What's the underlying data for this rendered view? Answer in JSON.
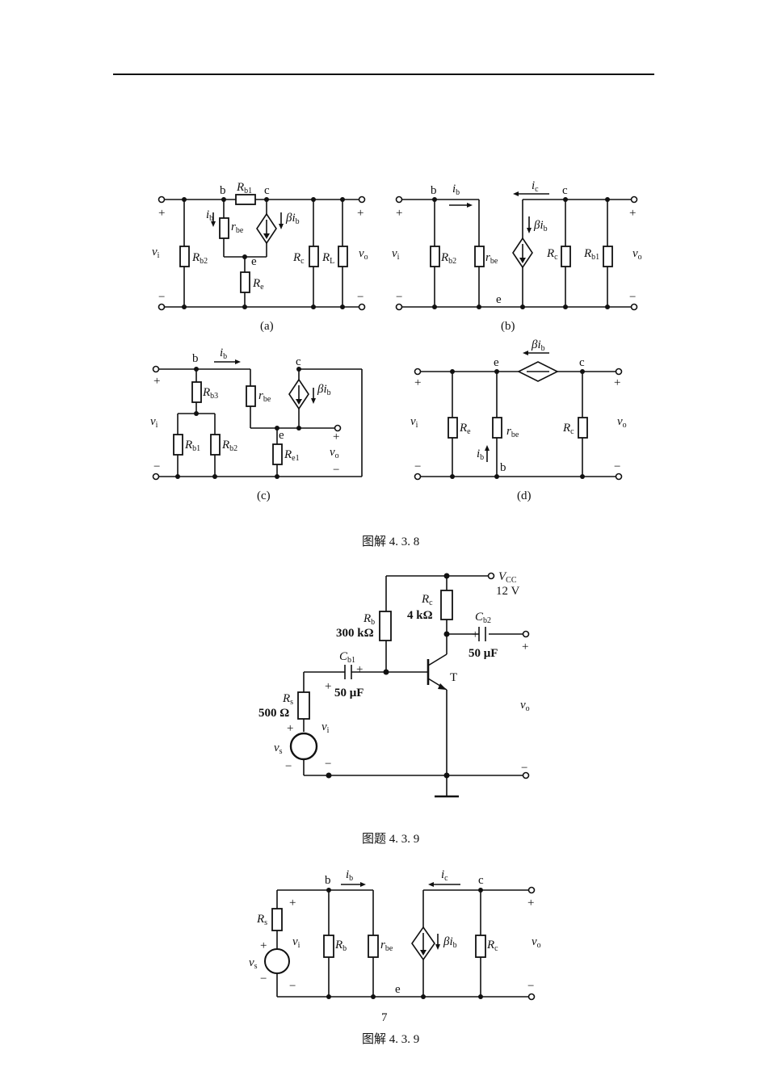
{
  "captions": {
    "fig438": "图解 4. 3. 8",
    "q439": "图题 4. 3. 9",
    "fig439": "图解 4. 3. 9",
    "page_number": "7"
  },
  "sub_labels": {
    "a": "(a)",
    "b": "(b)",
    "c": "(c)",
    "d": "(d)"
  },
  "values": {
    "rb": "300 kΩ",
    "rc": "4 kΩ",
    "rs": "500 Ω",
    "cb1": "50 μF",
    "cb2": "50 μF",
    "vcc": "12 V"
  },
  "nodes": {
    "b": "b",
    "c": "c",
    "e": "e",
    "t": "T"
  },
  "signs": {
    "plus": "+",
    "minus": "−"
  }
}
